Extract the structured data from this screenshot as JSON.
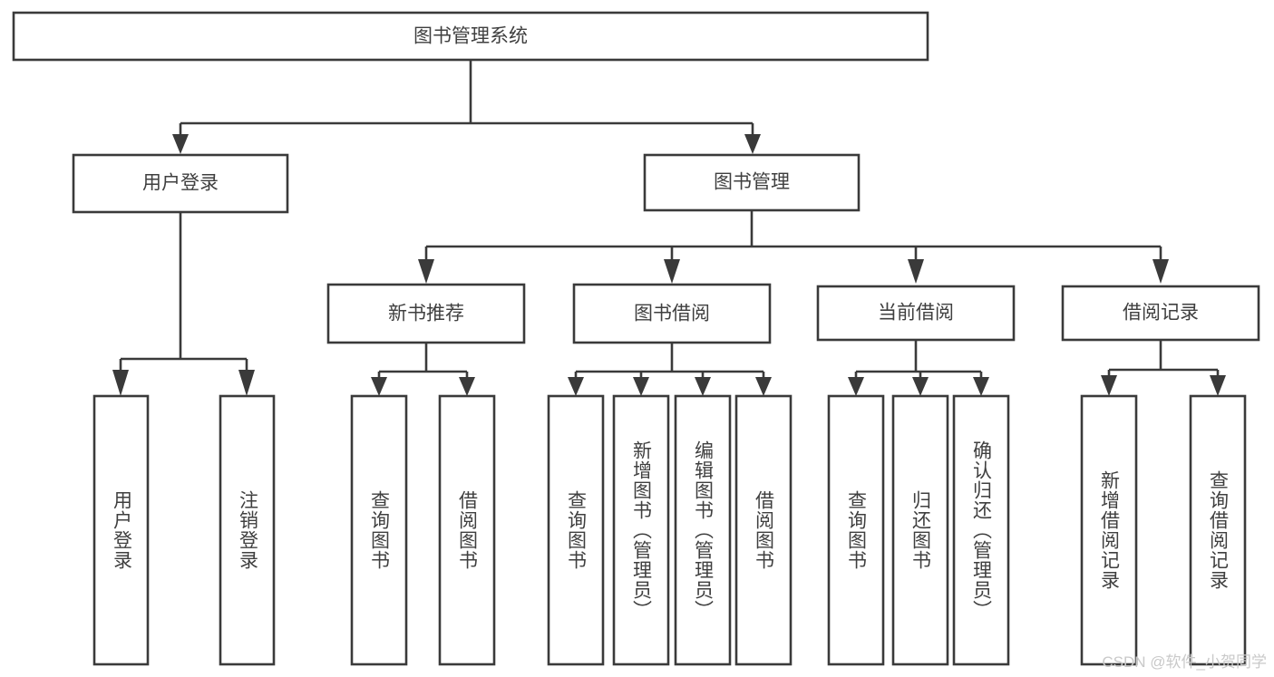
{
  "diagram": {
    "title": "图书管理系统",
    "type": "hierarchy-tree",
    "watermark": "CSDN @软件_小贺同学",
    "colors": {
      "box_border": "#3a3a3a",
      "box_fill": "#ffffff",
      "text": "#3f3f3f",
      "connector": "#3a3a3a",
      "watermark": "#c9c9c9",
      "background": "#ffffff"
    },
    "root": {
      "label": "图书管理系统",
      "orientation": "horizontal"
    },
    "level2": [
      {
        "label": "用户登录",
        "orientation": "horizontal"
      },
      {
        "label": "图书管理",
        "orientation": "horizontal"
      }
    ],
    "level3": [
      {
        "label": "新书推荐",
        "orientation": "horizontal"
      },
      {
        "label": "图书借阅",
        "orientation": "horizontal"
      },
      {
        "label": "当前借阅",
        "orientation": "horizontal"
      },
      {
        "label": "借阅记录",
        "orientation": "horizontal"
      }
    ],
    "leaves": {
      "user_login": [
        {
          "label": "用户登录",
          "orientation": "vertical"
        },
        {
          "label": "注销登录",
          "orientation": "vertical"
        }
      ],
      "new_book_recommend": [
        {
          "label": "查询图书",
          "orientation": "vertical"
        },
        {
          "label": "借阅图书",
          "orientation": "vertical"
        }
      ],
      "book_borrow": [
        {
          "label": "查询图书",
          "orientation": "vertical"
        },
        {
          "label": "新增图书（管理员）",
          "orientation": "vertical"
        },
        {
          "label": "编辑图书（管理员）",
          "orientation": "vertical"
        },
        {
          "label": "借阅图书",
          "orientation": "vertical"
        }
      ],
      "current_borrow": [
        {
          "label": "查询图书",
          "orientation": "vertical"
        },
        {
          "label": "归还图书",
          "orientation": "vertical"
        },
        {
          "label": "确认归还（管理员）",
          "orientation": "vertical"
        }
      ],
      "borrow_record": [
        {
          "label": "新增借阅记录",
          "orientation": "vertical"
        },
        {
          "label": "查询借阅记录",
          "orientation": "vertical"
        }
      ]
    }
  }
}
